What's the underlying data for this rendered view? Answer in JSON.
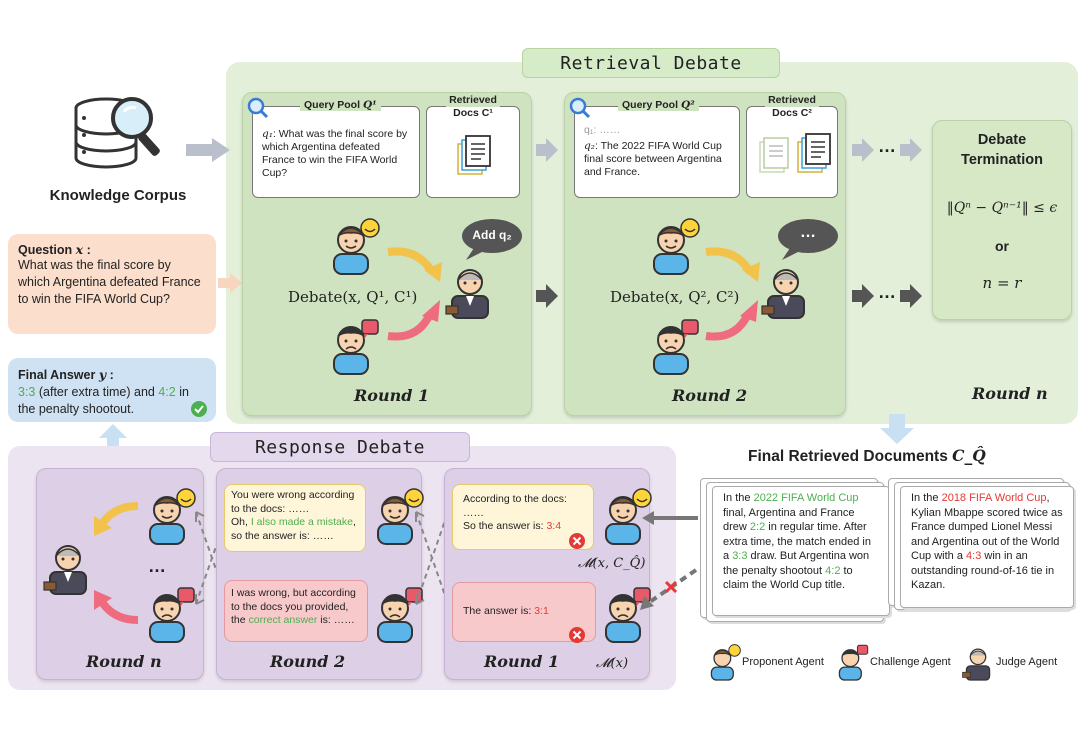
{
  "knowledge_corpus": {
    "label": "Knowledge Corpus"
  },
  "question": {
    "label": "Question",
    "var": "x",
    "text": "What was the final score by which Argentina defeated France to win the FIFA World Cup?"
  },
  "final_answer": {
    "label": "Final Answer",
    "var": "y",
    "score1": "3:3",
    "part1": " (after extra time) and ",
    "score2": "4:2",
    "part2": " in the penalty shootout."
  },
  "retrieval_debate": {
    "title": "Retrieval Debate",
    "round1": {
      "query_pool_label": "Query Pool",
      "query_pool_var": "Q¹",
      "retrieved_label_1": "Retrieved",
      "retrieved_label_2": "Docs C¹",
      "q_var": "q₁",
      "q_text": ": What was the final score by which Argentina defeated France to win the FIFA World Cup?",
      "bubble": "Add q₂",
      "debate": "Debate(x, Q¹, C¹)",
      "label": "Round 1"
    },
    "round2": {
      "query_pool_label": "Query Pool",
      "query_pool_var": "Q²",
      "retrieved_label_1": "Retrieved",
      "retrieved_label_2": "Docs C²",
      "q1": "q₁: ……",
      "q_var": "q₂",
      "q_text": ": The 2022 FIFA World Cup final score between Argentina and France.",
      "bubble": "…",
      "debate": "Debate(x, Q², C²)",
      "label": "Round 2"
    },
    "dots": "…",
    "termination": {
      "title_1": "Debate",
      "title_2": "Termination",
      "cond1": "‖Qⁿ − Qⁿ⁻¹‖ ≤ ϵ",
      "or": "or",
      "cond2": "n = r"
    },
    "round_n_label": "Round n"
  },
  "response_debate": {
    "title": "Response Debate",
    "round_n_label": "Round n",
    "round2_label": "Round 2",
    "round1_label": "Round 1",
    "dots": "…",
    "r2_yellow_1": "You were wrong according to the docs: ……",
    "r2_yellow_2": "Oh, ",
    "r2_yellow_green": "I also made a mistake",
    "r2_yellow_3": ", so the answer is: ……",
    "r2_red_1": "I was wrong, but according to the docs you provided, the ",
    "r2_red_green": "correct answer",
    "r2_red_2": " is: ……",
    "r1_yellow_1": "According to the docs:",
    "r1_yellow_2": "……",
    "r1_yellow_3": "So the answer is: ",
    "r1_yellow_score": "3:4",
    "r1_red_1": "The answer is: ",
    "r1_red_score": "3:1",
    "model_with_docs": "𝓜(x, C_Q̂)",
    "model_plain": "𝓜(x)"
  },
  "final_docs": {
    "title": "Final Retrieved Documents",
    "title_var": "C_Q̂",
    "doc1": {
      "t1": "In the ",
      "hl": "2022 FIFA World Cup",
      "t2": " final, Argentina and France drew ",
      "s1": "2:2",
      "t3": " in regular time. After extra time, the match ended in a ",
      "s2": "3:3",
      "t4": " draw. But Argentina won the penalty shootout ",
      "s3": "4:2",
      "t5": " to claim the World Cup title."
    },
    "doc2": {
      "t1": "In the ",
      "hl": "2018 FIFA World Cup",
      "t2": ", Kylian Mbappe scored twice as France dumped Lionel Messi and Argentina out of the World Cup with a ",
      "s1": "4:3",
      "t3": " win in an outstanding round-of-16 tie in Kazan."
    }
  },
  "legend": {
    "proponent": "Proponent Agent",
    "challenge": "Challenge Agent",
    "judge": "Judge Agent"
  },
  "colors": {
    "green_panel": "#e3efd9",
    "purple_panel": "#ece4f0",
    "highlight_green": "#4caf50",
    "highlight_red": "#e53935"
  }
}
